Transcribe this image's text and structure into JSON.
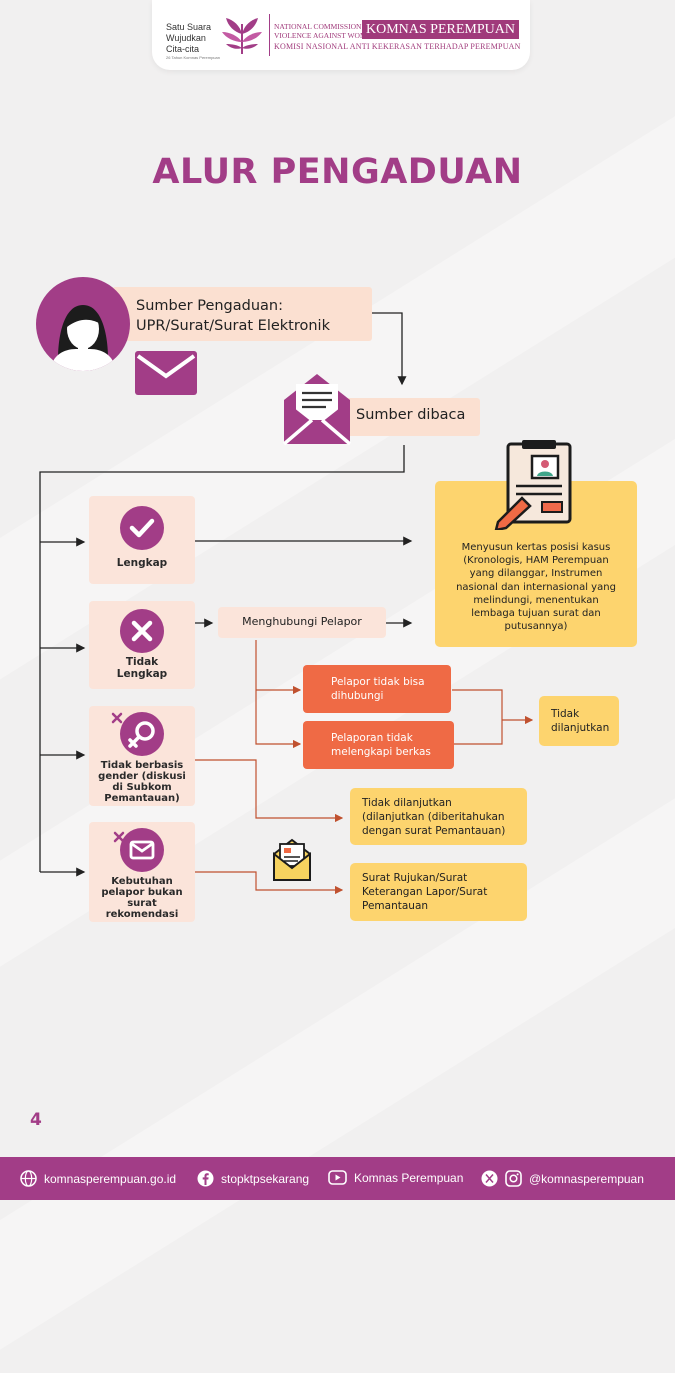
{
  "header": {
    "slogan_lines": [
      "Satu Suara",
      "Wujudkan",
      "Cita-cita"
    ],
    "slogan_small": "26 Tahun Komnas Perempuan",
    "kp_en_line1": "NATIONAL COMMISSION ON",
    "kp_en_line2": "VIOLENCE AGAINST WOMEN",
    "kp_badge": "KOMNAS PEREMPUAN",
    "kp_id": "KOMISI NASIONAL ANTI KEKERASAN TERHADAP PEREMPUAN"
  },
  "title": "ALUR PENGADUAN",
  "flow": {
    "source_line1": "Sumber Pengaduan:",
    "source_line2": "UPR/Surat/Surat Elektronik",
    "read": "Sumber dibaca",
    "complete": "Lengkap",
    "incomplete": [
      "Tidak",
      "Lengkap"
    ],
    "not_gender": [
      "Tidak berbasis",
      "gender (diskusi",
      "di Subkom",
      "Pemantauan)"
    ],
    "needs": [
      "Kebutuhan",
      "pelapor bukan",
      "surat",
      "rekomendasi"
    ],
    "contact": "Menghubungi Pelapor",
    "position_paper": [
      "Menyusun kertas posisi kasus",
      "(Kronologis, HAM Perempuan",
      "yang dilanggar, Instrumen",
      "nasional dan internasional yang",
      "melindungi, menentukan",
      "lembaga tujuan surat dan",
      "putusannya)"
    ],
    "cannot_contact": [
      "Pelapor tidak bisa",
      "dihubungi"
    ],
    "incomplete_docs": [
      "Pelaporan tidak",
      "melengkapi berkas"
    ],
    "discontinued": [
      "Tidak",
      "dilanjutkan"
    ],
    "discontinued_letter": [
      "Tidak dilanjutkan",
      "(dilanjutkan (diberitahukan",
      "dengan surat Pemantauan)"
    ],
    "referral": [
      "Surat Rujukan/Surat",
      "Keterangan Lapor/Surat",
      "Pemantauan"
    ]
  },
  "page_number": "4",
  "footer": {
    "website": "komnasperempuan.go.id",
    "facebook": "stopktpsekarang",
    "youtube": "Komnas Perempuan",
    "social": "@komnasperempuan"
  },
  "colors": {
    "brand_purple": "#a23d87",
    "peach": "#fbe0d1",
    "yellow": "#fdd46e",
    "orange": "#ef6a45"
  }
}
